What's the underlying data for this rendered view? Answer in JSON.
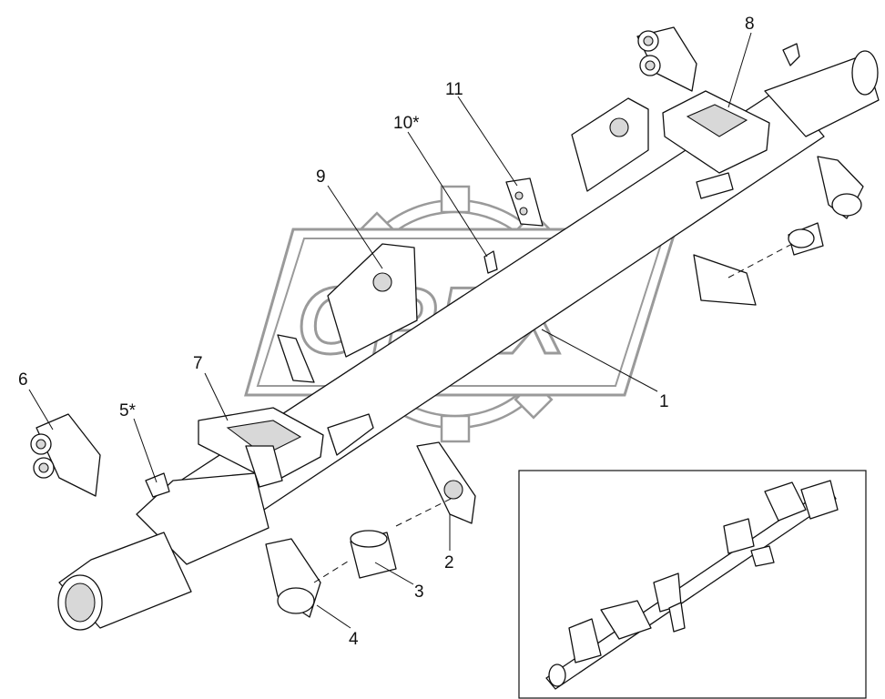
{
  "watermark": {
    "brand": "OPEX"
  },
  "callouts": [
    {
      "id": "1",
      "label": "1"
    },
    {
      "id": "2",
      "label": "2"
    },
    {
      "id": "3",
      "label": "3"
    },
    {
      "id": "4",
      "label": "4"
    },
    {
      "id": "5",
      "label": "5*"
    },
    {
      "id": "6",
      "label": "6"
    },
    {
      "id": "7",
      "label": "7"
    },
    {
      "id": "8",
      "label": "8"
    },
    {
      "id": "9",
      "label": "9"
    },
    {
      "id": "10",
      "label": "10*"
    },
    {
      "id": "11",
      "label": "11"
    }
  ],
  "colors": {
    "line": "#111111",
    "watermark": "#9a9a9a",
    "background": "#ffffff"
  }
}
